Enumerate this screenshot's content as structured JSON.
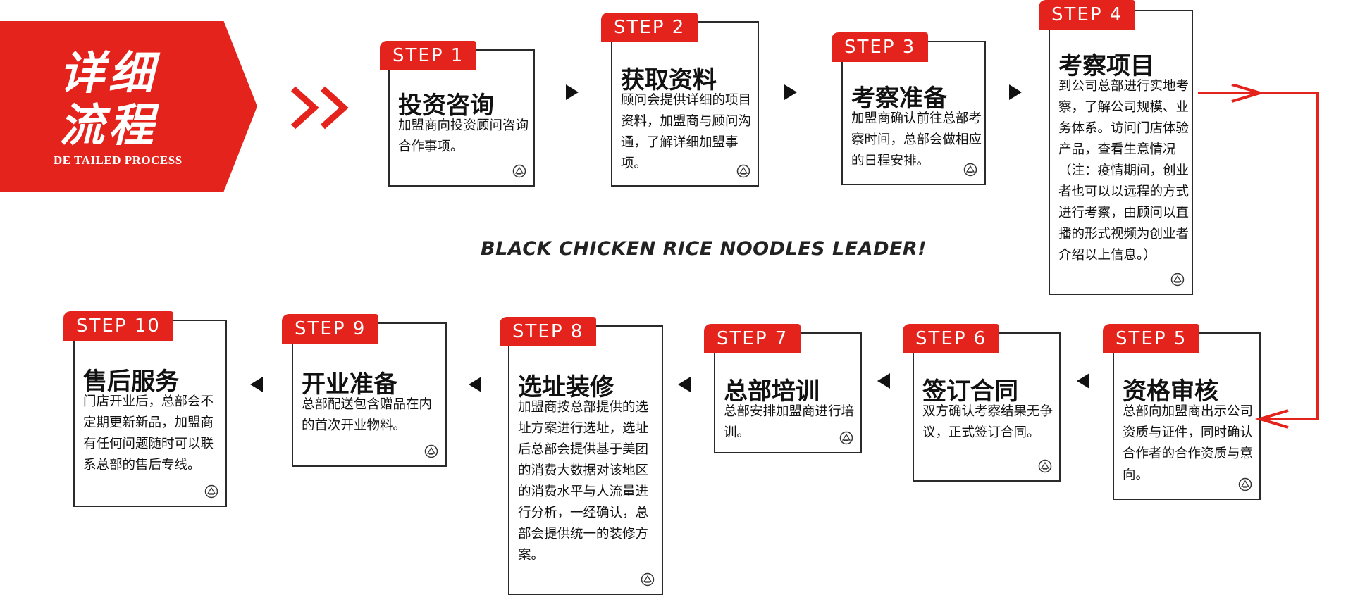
{
  "banner": {
    "title_line1": "详细",
    "title_line2": "流程",
    "subtitle": "DE TAILED PROCESS"
  },
  "slogan": "BLACK CHICKEN RICE NOODLES LEADER!",
  "colors": {
    "accent": "#e4231c",
    "border": "#2a2a2a"
  },
  "steps": [
    {
      "label": "STEP 1",
      "title": "投资咨询",
      "desc": "加盟商向投资顾问咨询合作事项。"
    },
    {
      "label": "STEP 2",
      "title": "获取资料",
      "desc": "顾问会提供详细的项目资料，加盟商与顾问沟通，了解详细加盟事项。"
    },
    {
      "label": "STEP 3",
      "title": "考察准备",
      "desc": "加盟商确认前往总部考察时间，总部会做相应的日程安排。"
    },
    {
      "label": "STEP 4",
      "title": "考察项目",
      "desc": "到公司总部进行实地考察，了解公司规模、业务体系。访问门店体验产品，查看生意情况（注：疫情期间，创业者也可以以远程的方式进行考察，由顾问以直播的形式视频为创业者介绍以上信息。）"
    },
    {
      "label": "STEP 5",
      "title": "资格审核",
      "desc": "总部向加盟商出示公司资质与证件，同时确认合作者的合作资质与意向。"
    },
    {
      "label": "STEP 6",
      "title": "签订合同",
      "desc": "双方确认考察结果无争议，正式签订合同。"
    },
    {
      "label": "STEP 7",
      "title": "总部培训",
      "desc": "总部安排加盟商进行培训。"
    },
    {
      "label": "STEP 8",
      "title": "选址装修",
      "desc": "加盟商按总部提供的选址方案进行选址，选址后总部会提供基于美团的消费大数据对该地区的消费水平与人流量进行分析，一经确认，总部会提供统一的装修方案。"
    },
    {
      "label": "STEP 9",
      "title": "开业准备",
      "desc": "总部配送包含赠品在内的首次开业物料。"
    },
    {
      "label": "STEP 10",
      "title": "售后服务",
      "desc": "门店开业后，总部会不定期更新新品，加盟商有任何问题随时可以联系总部的售后专线。"
    }
  ],
  "icons": {
    "card_logo": "brand-seal-icon",
    "arrow_right": "triangle-right-icon",
    "arrow_left": "triangle-left-icon",
    "chevrons": "double-chevron-icon"
  }
}
